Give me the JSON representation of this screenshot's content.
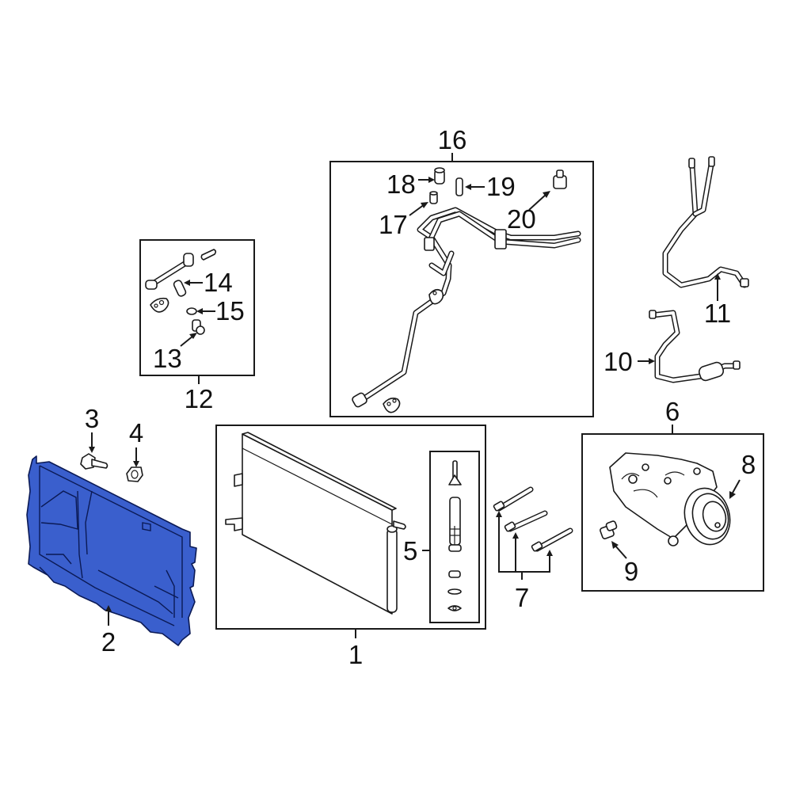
{
  "diagram": {
    "type": "exploded-parts-diagram",
    "highlight_color": "#3a5fcd",
    "highlighted_part": "2",
    "callouts": [
      {
        "id": "1",
        "label": "1",
        "part": "condenser"
      },
      {
        "id": "2",
        "label": "2",
        "part": "air-deflector-panel"
      },
      {
        "id": "3",
        "label": "3",
        "part": "bolt"
      },
      {
        "id": "4",
        "label": "4",
        "part": "nut"
      },
      {
        "id": "5",
        "label": "5",
        "part": "receiver-drier-kit"
      },
      {
        "id": "6",
        "label": "6",
        "part": "compressor-assembly"
      },
      {
        "id": "7",
        "label": "7",
        "part": "condenser-lines"
      },
      {
        "id": "8",
        "label": "8",
        "part": "clutch-pulley"
      },
      {
        "id": "9",
        "label": "9",
        "part": "pressure-switch"
      },
      {
        "id": "10",
        "label": "10",
        "part": "discharge-line"
      },
      {
        "id": "11",
        "label": "11",
        "part": "suction-hose"
      },
      {
        "id": "12",
        "label": "12",
        "part": "liquid-line-kit"
      },
      {
        "id": "13",
        "label": "13",
        "part": "valve-core"
      },
      {
        "id": "14",
        "label": "14",
        "part": "cap"
      },
      {
        "id": "15",
        "label": "15",
        "part": "o-ring"
      },
      {
        "id": "16",
        "label": "16",
        "part": "manifold-line-assembly"
      },
      {
        "id": "17",
        "label": "17",
        "part": "cap"
      },
      {
        "id": "18",
        "label": "18",
        "part": "cap"
      },
      {
        "id": "19",
        "label": "19",
        "part": "valve-core"
      },
      {
        "id": "20",
        "label": "20",
        "part": "pressure-sensor"
      }
    ]
  }
}
